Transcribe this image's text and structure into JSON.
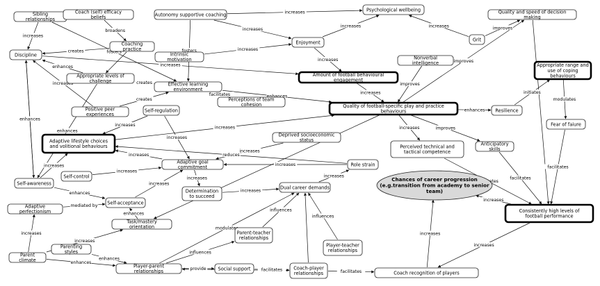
{
  "nodes": {
    "sibling": "Sibling relationships",
    "coach_efficacy": "Coach (self) efficacy beliefs",
    "autonomy": "Autonomy supportive coaching",
    "psych_wellbeing": "Psychological wellbeing",
    "quality_speed": "Quality and speed of decision making",
    "coaching_practice": "Coaching practice",
    "enjoyment": "Enjoyment",
    "grit": "Grit",
    "discipline": "Discipline",
    "intrinsic": "Intrinsic motivation",
    "nonverbal": "Nonverbal intelligence",
    "appropriate_range": "Appropriate range and use of coping behaviours",
    "challenge": "Appropriate levels of challenge",
    "engagement": "Amount of football behavioural engagement",
    "effective_env": "Effective learning environment",
    "team_cohesion": "Perceptions of team cohesion",
    "quality_play": "Quality of football-specific play and practice behaviours",
    "resilience": "Resilience",
    "peer": "Positive peer experiences",
    "self_regulation": "Self-regulation",
    "fear_failure": "Fear of faiure",
    "adaptive_lifestyle": "Adaptive lifestyle choices and volitional behaviours",
    "deprived": "Deprived socioeconomic status",
    "technical": "Perceived technical and tactical competence",
    "anticipatory": "Anticipatory skills",
    "self_control": "Self-control",
    "adaptive_goal": "Adaptive goal commitment",
    "role_strain": "Role strain",
    "self_awareness": "Self-awareness",
    "determination": "Determination to succeed",
    "dual_career": "Dual career demands",
    "chances": "Chances of career progression (e.g.transition from academy to senior team)",
    "self_acceptance": "Self-acceptance",
    "consistently_high": "Consistently high levels of football performance",
    "adaptive_perfectionism": "Adaptive perfectionism",
    "task_mastery": "Task/mastery orientation",
    "parent_teacher": "Parent-teacher relationships",
    "player_teacher": "Player-teacher relationships",
    "parenting_styles": "Parenting styles",
    "parent_climate": "Parent climate",
    "player_parent": "Player-parent relationships",
    "social_support": "Social support",
    "coach_player": "Coach-player relationships",
    "coach_recognition": "Coach recognition of players"
  },
  "edge_labels": {
    "increases": "increases",
    "fosters": "fosters",
    "broadens": "broadens",
    "creates": "creates",
    "enhances": "enhances",
    "improves": "improves",
    "initiates": "initiates",
    "modulates": "modulates",
    "facilitates": "facilitates",
    "reduces": "reduces",
    "mediated_by": "mediated by",
    "influences": "influences",
    "provide": "provide",
    "influnces": "infuences"
  }
}
